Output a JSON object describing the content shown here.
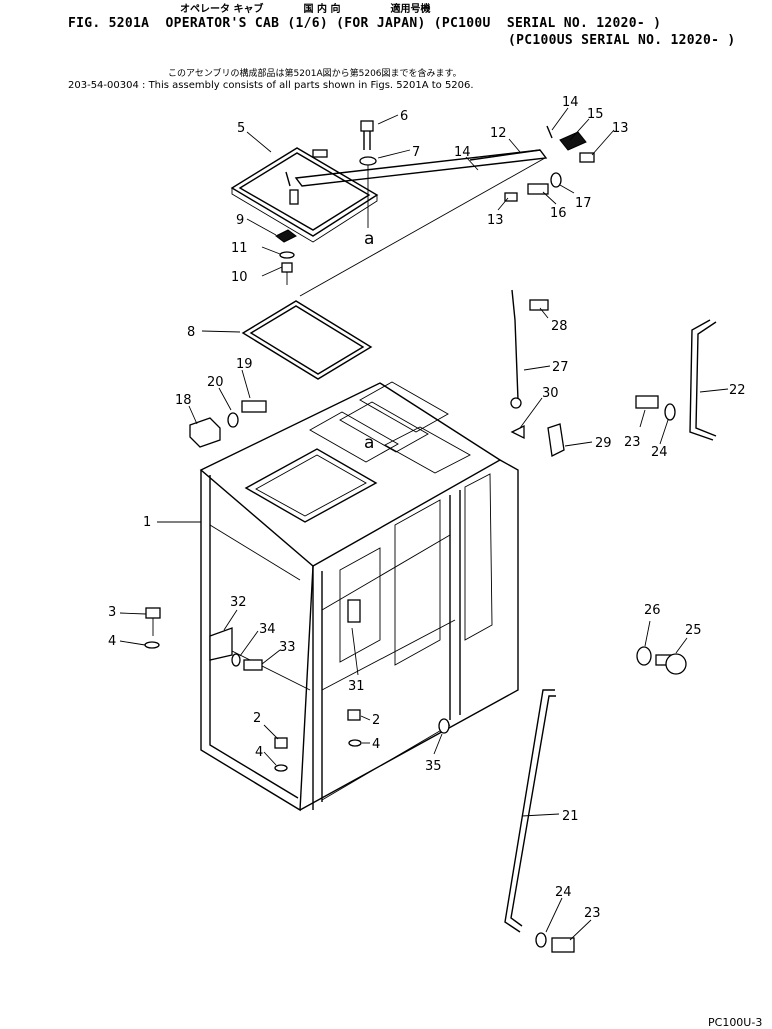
{
  "header": {
    "kana_line": "オペレータ キャブ　　　　国 内 向　　　　　適用号機",
    "title_line1": "FIG. 5201A  OPERATOR'S CAB (1/6) (FOR JAPAN) (PC100U  SERIAL NO. 12020- )",
    "title_line2": "(PC100US SERIAL NO. 12020- )",
    "note_jp": "このアセンブリの構成部品は第5201A図から第5206図までを含みます。",
    "note_en": "203-54-00304 : This assembly consists of all parts shown in Figs. 5201A to 5206."
  },
  "callouts": {
    "c1": "1",
    "c2a": "2",
    "c2b": "2",
    "c3": "3",
    "c4a": "4",
    "c4b": "4",
    "c4c": "4",
    "c5": "5",
    "c6": "6",
    "c7": "7",
    "c8": "8",
    "c9": "9",
    "c10": "10",
    "c11": "11",
    "c12": "12",
    "c13a": "13",
    "c13b": "13",
    "c14a": "14",
    "c14b": "14",
    "c15": "15",
    "c16": "16",
    "c17": "17",
    "c18": "18",
    "c19": "19",
    "c20": "20",
    "c21": "21",
    "c22": "22",
    "c23a": "23",
    "c23b": "23",
    "c24a": "24",
    "c24b": "24",
    "c25": "25",
    "c26": "26",
    "c27": "27",
    "c28": "28",
    "c29": "29",
    "c30": "30",
    "c31": "31",
    "c32": "32",
    "c33": "33",
    "c34": "34",
    "c35": "35",
    "ref_a1": "a",
    "ref_a2": "a"
  },
  "footer": {
    "page_code": "PC100U-3"
  }
}
